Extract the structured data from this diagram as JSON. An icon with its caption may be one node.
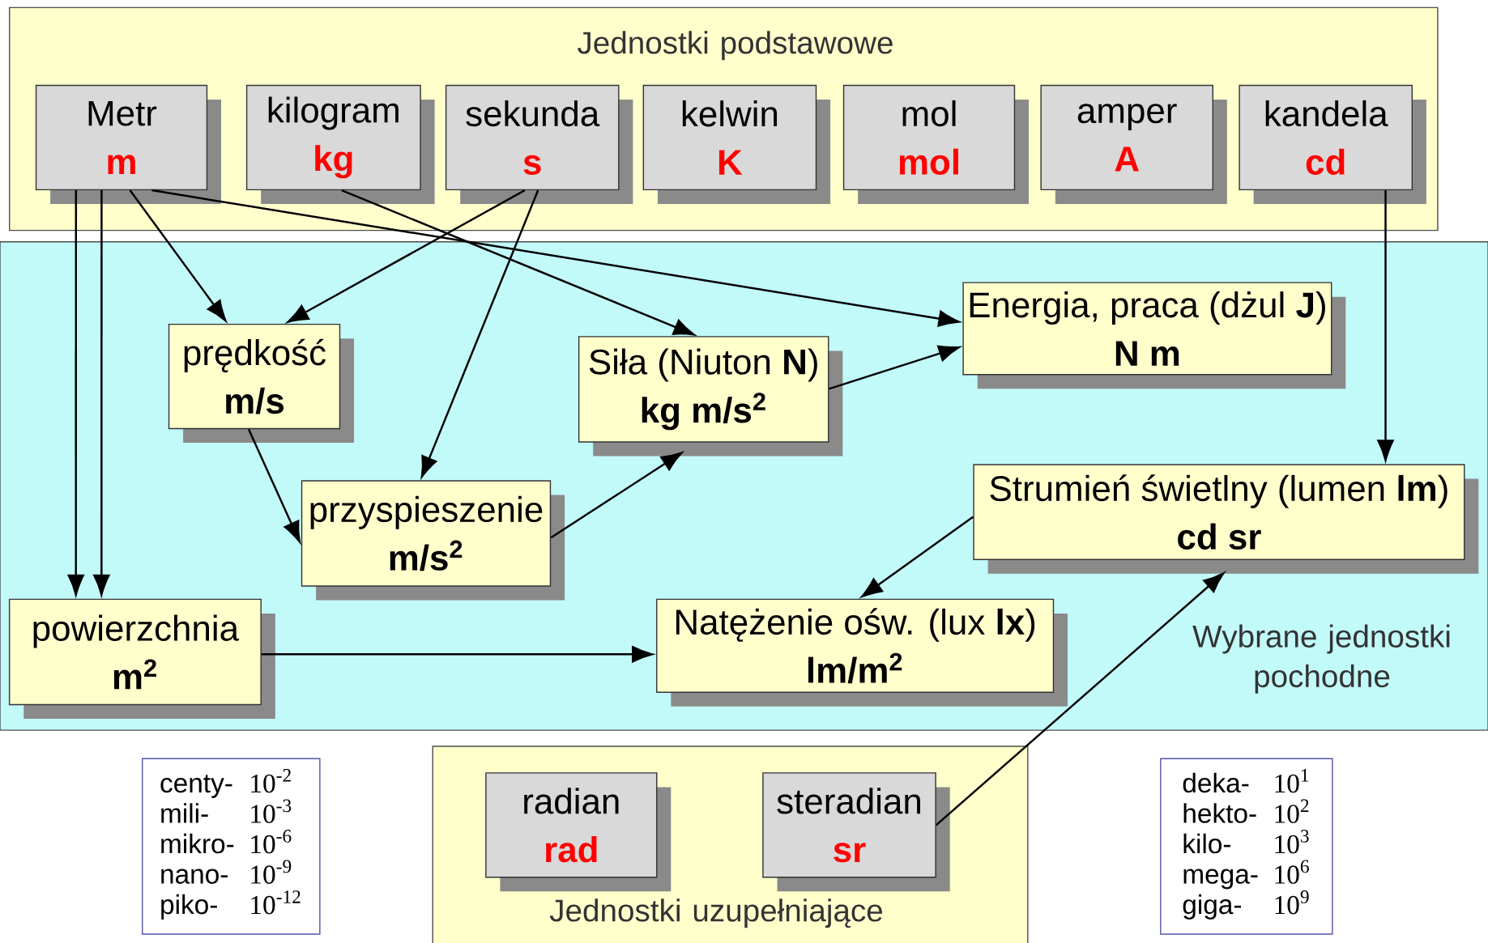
{
  "diagram": {
    "nodes": [
      {
        "text": [
          "Jednostki podstawowe"
        ]
      },
      {
        "text": [
          "Metr",
          "m"
        ],
        "in": 0
      },
      {
        "text": [
          "kilogram",
          "kg"
        ],
        "in": 0
      },
      {
        "text": [
          "sekunda",
          "s"
        ],
        "in": 0
      },
      {
        "text": [
          "kelwin",
          "K"
        ],
        "in": 0
      },
      {
        "text": [
          "mol",
          "mol"
        ],
        "in": 0
      },
      {
        "text": [
          "amper",
          "A"
        ],
        "in": 0
      },
      {
        "text": [
          "kandela",
          "cd"
        ],
        "in": 0
      },
      {
        "text": [
          "Wybrane jednostki pochodne"
        ]
      },
      {
        "text": [
          "prędkość",
          "m/s"
        ],
        "in": 8
      },
      {
        "text": [
          "Siła (Niuton **N**)",
          "kg m/s$^{2}$"
        ],
        "in": 8
      },
      {
        "text": [
          "Energia, praca (dżul **J**)",
          "N m"
        ],
        "in": 8
      },
      {
        "text": [
          "przyspieszenie",
          "m/s$^{2}$"
        ],
        "in": 8
      },
      {
        "text": [
          "Strumień świetlny (lumen **lm**)",
          "cd sr"
        ],
        "in": 8
      },
      {
        "text": [
          "powierzchnia",
          "m$^{2}$"
        ],
        "in": 8
      },
      {
        "text": [
          "Natężenie ośw. (lux **lx**)",
          "lm/m$^{2}$"
        ],
        "in": 8
      },
      {
        "text": [
          "Jednostki uzupełniające"
        ]
      },
      {
        "text": [
          "radian",
          "rad"
        ],
        "in": 16
      },
      {
        "text": [
          "steradian",
          "sr"
        ],
        "in": 16
      },
      {
        "text": [
          "centy-",
          "10$^{-2}$",
          "mili-",
          "10$^{-3}$",
          "mikro-",
          "10$^{-6}$",
          "nano-",
          "10$^{-9}$",
          "piko-",
          "10$^{-12}$"
        ]
      },
      {
        "text": [
          "deka-",
          "10$^{1}$",
          "hekto-",
          "10$^{2}$",
          "kilo-",
          "10$^{3}$",
          "mega-",
          "10$^{6}$",
          "giga-",
          "10$^{9}$"
        ]
      }
    ],
    "edges": [
      {
        "from": 1,
        "to": 14,
        "arrow": "to"
      },
      {
        "from": 1,
        "to": 14,
        "arrow": "to"
      },
      {
        "from": 1,
        "to": 9,
        "arrow": "to"
      },
      {
        "from": 1,
        "to": 11,
        "arrow": "to"
      },
      {
        "from": 2,
        "to": 10,
        "arrow": "to"
      },
      {
        "from": 3,
        "to": 9,
        "arrow": "to"
      },
      {
        "from": 3,
        "to": 12,
        "arrow": "to"
      },
      {
        "from": 9,
        "to": 12,
        "arrow": "to"
      },
      {
        "from": 12,
        "to": 10,
        "arrow": "to"
      },
      {
        "from": 10,
        "to": 11,
        "arrow": "to"
      },
      {
        "from": 7,
        "to": 13,
        "arrow": "to"
      },
      {
        "from": 13,
        "to": 15,
        "arrow": "to"
      },
      {
        "from": 14,
        "to": 15,
        "arrow": "to"
      },
      {
        "from": 18,
        "to": 13,
        "arrow": "to"
      }
    ]
  }
}
